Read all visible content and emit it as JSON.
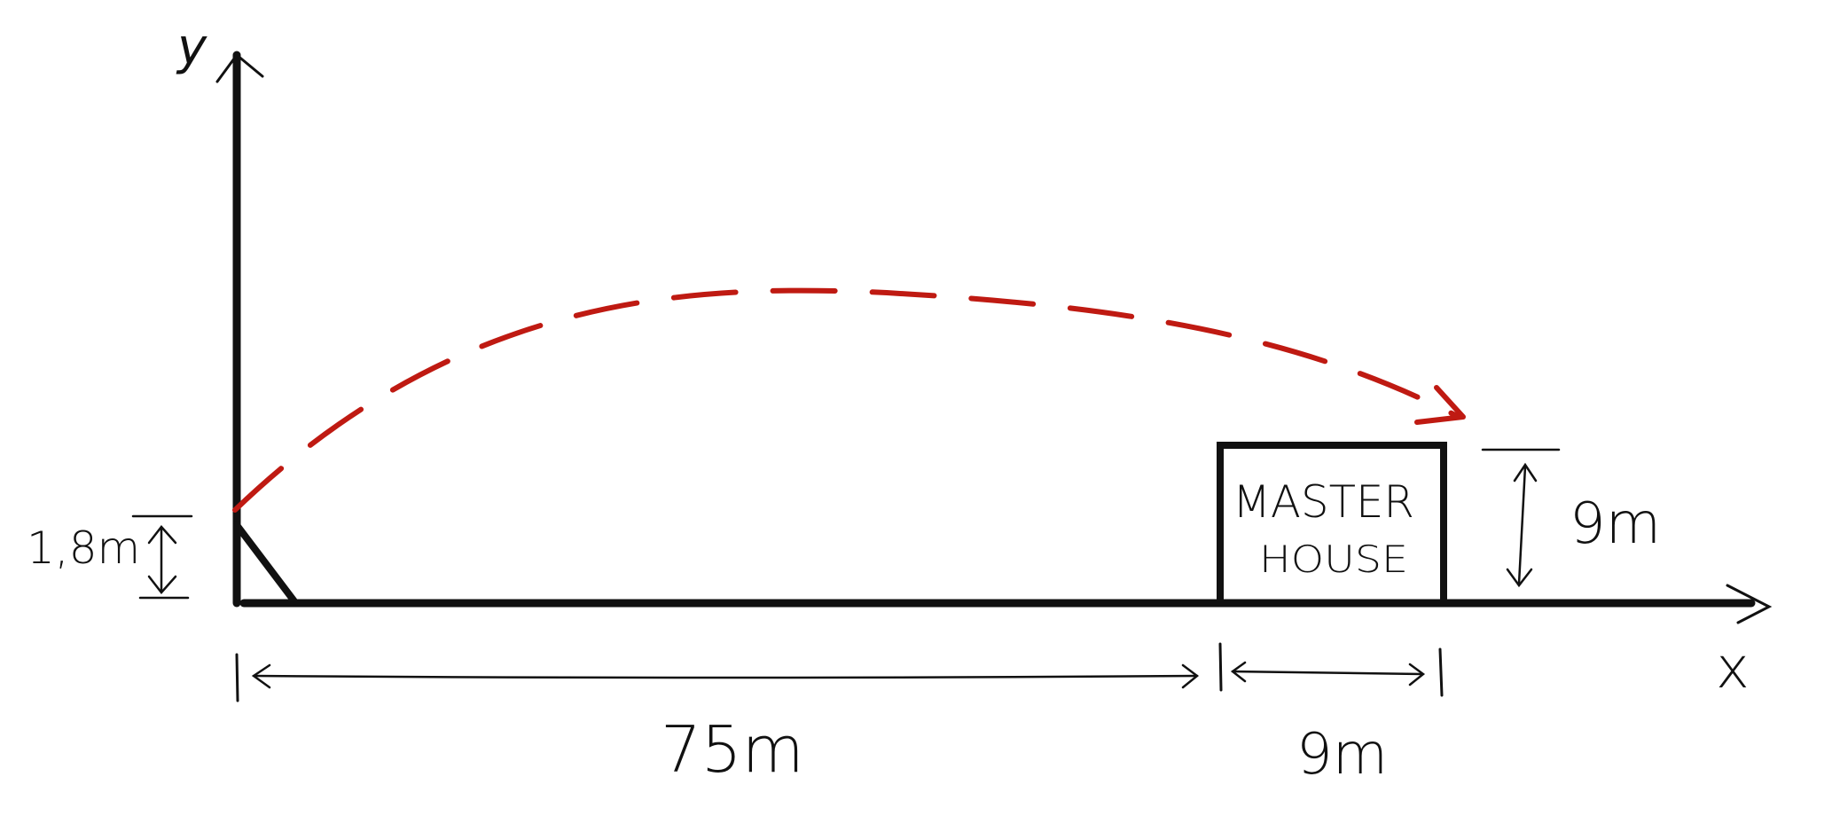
{
  "colors": {
    "ink": "#111111",
    "trajectory": "#bf1a12",
    "background": "#ffffff"
  },
  "axes": {
    "x_label": "x",
    "y_label": "y"
  },
  "launch_height": {
    "label": "1,8m"
  },
  "house": {
    "line1": "MASTER",
    "line2": "HOUSE",
    "height_label": "9m",
    "width_label": "9m"
  },
  "distance": {
    "label": "75m"
  },
  "icons": {
    "trajectory_arrowhead": "arrow-right",
    "dimension_arrows": "double-arrow"
  }
}
